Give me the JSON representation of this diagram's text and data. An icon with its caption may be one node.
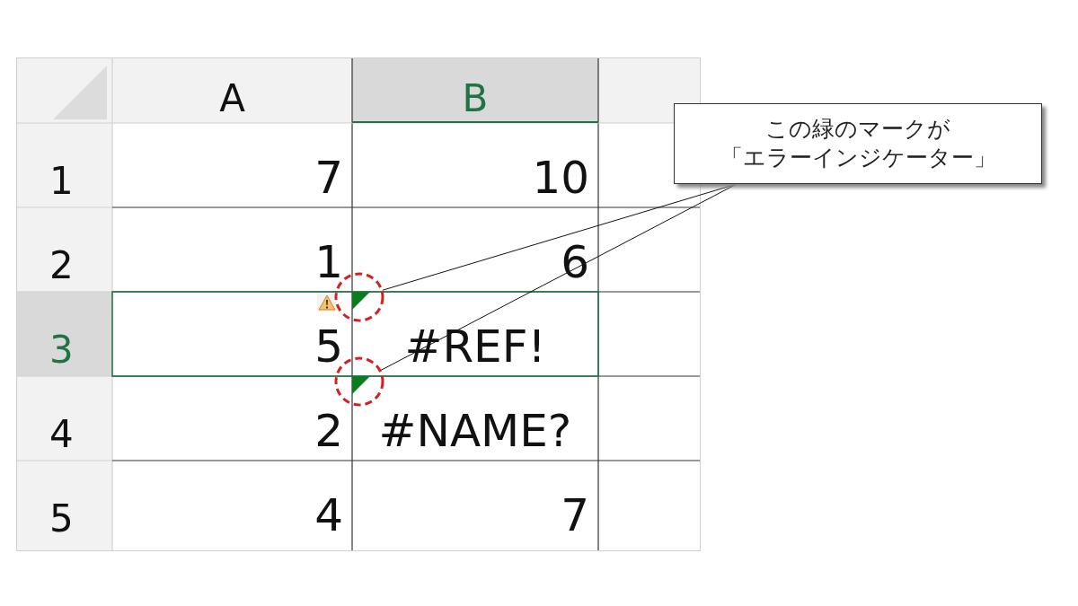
{
  "diagram": {
    "nodes": [
      {
        "text": [
          "この緑のマークが「エラーインジケーター」"
        ]
      },
      {
        "text": [],
        "shape": "triangle"
      },
      {
        "text": [],
        "shape": "triangle"
      }
    ],
    "edges": [
      {
        "from": 0,
        "to": 1,
        "arrow": "none"
      },
      {
        "from": 0,
        "to": 2,
        "arrow": "none"
      }
    ],
    "labels": [
      "A",
      "B",
      "1",
      "7",
      "10",
      "2",
      "1",
      "6",
      "3",
      "5",
      "#REF!",
      "4",
      "2",
      "#NAME?",
      "5",
      "4",
      "7"
    ]
  }
}
